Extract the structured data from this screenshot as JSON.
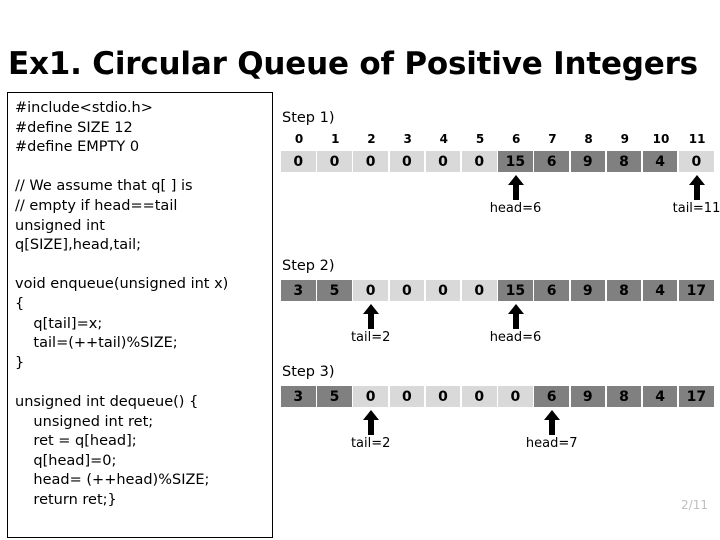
{
  "slide": {
    "title": "Ex1. Circular Queue of Positive Integers",
    "page_number": "2/11"
  },
  "code": {
    "text": "#include<stdio.h>\n#define SIZE 12\n#define EMPTY 0\n\n// We assume that q[ ] is\n// empty if head==tail\nunsigned int\nq[SIZE],head,tail;\n\nvoid enqueue(unsigned int x)\n{\n    q[tail]=x;\n    tail=(++tail)%SIZE;\n}\n\nunsigned int dequeue() {\n    unsigned int ret;\n    ret = q[head];\n    q[head]=0;\n    head= (++head)%SIZE;\n    return ret;}"
  },
  "colors": {
    "cell_light": "#d9d9d9",
    "cell_dark": "#808080",
    "text": "#000000",
    "page_number": "#bfbfbf"
  },
  "indices": [
    "0",
    "1",
    "2",
    "3",
    "4",
    "5",
    "6",
    "7",
    "8",
    "9",
    "10",
    "11"
  ],
  "steps": [
    {
      "label": "Step 1)",
      "show_index_row": true,
      "values": [
        "0",
        "0",
        "0",
        "0",
        "0",
        "0",
        "15",
        "6",
        "9",
        "8",
        "4",
        "0"
      ],
      "shades": [
        "light",
        "light",
        "light",
        "light",
        "light",
        "light",
        "dark",
        "dark",
        "dark",
        "dark",
        "dark",
        "light"
      ],
      "pointers": [
        {
          "name": "head",
          "label": "head=6",
          "index": 6
        },
        {
          "name": "tail",
          "label": "tail=11",
          "index": 11
        }
      ]
    },
    {
      "label": "Step 2)",
      "show_index_row": false,
      "values": [
        "3",
        "5",
        "0",
        "0",
        "0",
        "0",
        "15",
        "6",
        "9",
        "8",
        "4",
        "17"
      ],
      "shades": [
        "dark",
        "dark",
        "light",
        "light",
        "light",
        "light",
        "dark",
        "dark",
        "dark",
        "dark",
        "dark",
        "dark"
      ],
      "pointers": [
        {
          "name": "tail",
          "label": "tail=2",
          "index": 2
        },
        {
          "name": "head",
          "label": "head=6",
          "index": 6
        }
      ]
    },
    {
      "label": "Step 3)",
      "show_index_row": false,
      "values": [
        "3",
        "5",
        "0",
        "0",
        "0",
        "0",
        "0",
        "6",
        "9",
        "8",
        "4",
        "17"
      ],
      "shades": [
        "dark",
        "dark",
        "light",
        "light",
        "light",
        "light",
        "light",
        "dark",
        "dark",
        "dark",
        "dark",
        "dark"
      ],
      "pointers": [
        {
          "name": "tail",
          "label": "tail=2",
          "index": 2
        },
        {
          "name": "head",
          "label": "head=7",
          "index": 7
        }
      ]
    }
  ]
}
